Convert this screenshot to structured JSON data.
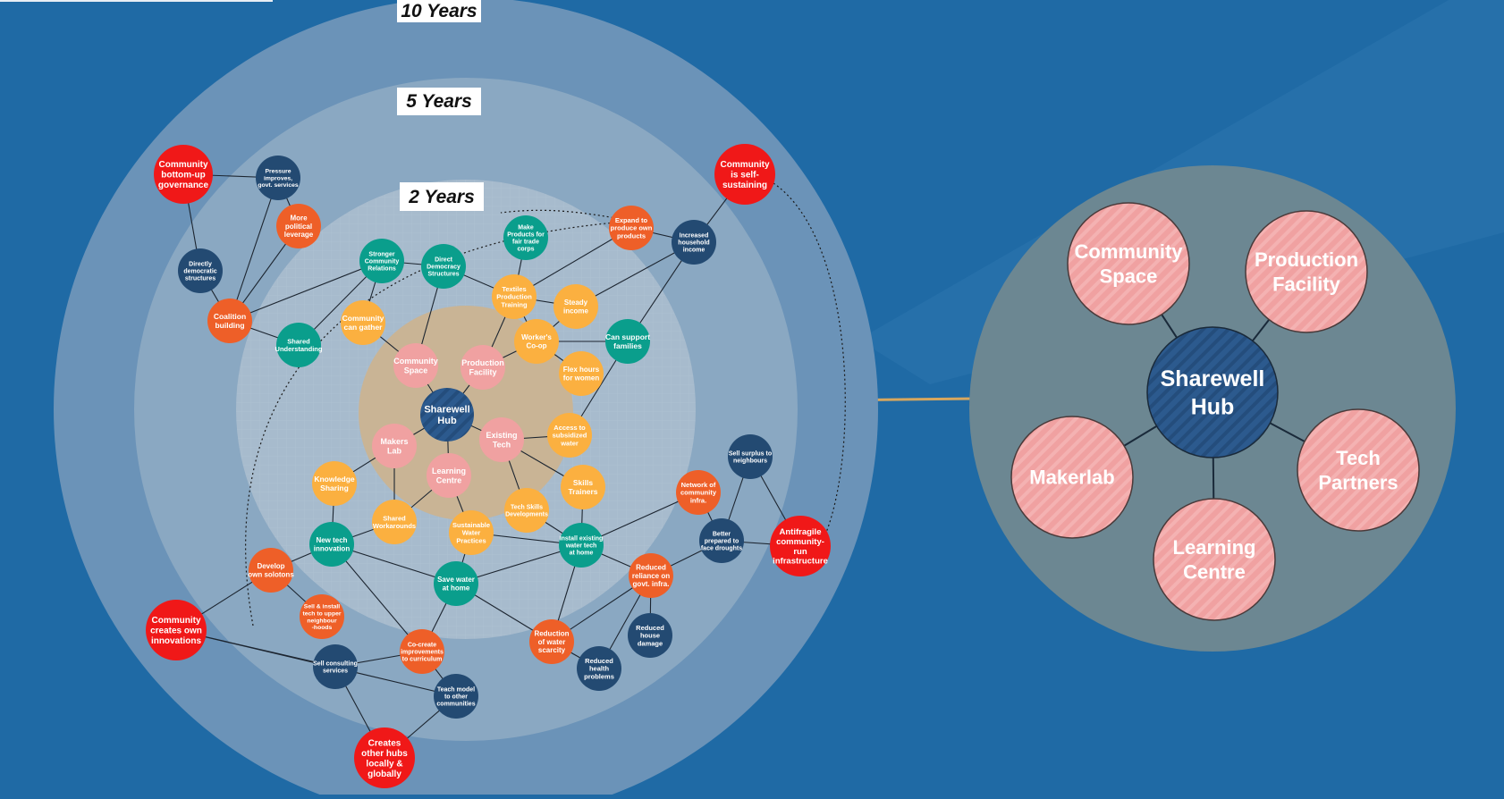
{
  "rings": [
    {
      "id": "r10",
      "label": "10 Years"
    },
    {
      "id": "r5",
      "label": "5 Years"
    },
    {
      "id": "r2",
      "label": "2 Years"
    }
  ],
  "colors": {
    "background": "#1f6aa5",
    "red": "#f01818",
    "orange": "#ee5f28",
    "yellow": "#fbb040",
    "teal": "#0a9e8c",
    "navy": "#234a72",
    "pink": "#f0a1a1",
    "core": "#c9b495",
    "detail_circle": "#6c8792"
  },
  "nodes": [
    {
      "id": "n1",
      "label": "Community bottom-up governance",
      "color": "red"
    },
    {
      "id": "n2",
      "label": "Pressure improves, govt. services",
      "color": "navy"
    },
    {
      "id": "n3",
      "label": "More political leverage",
      "color": "orange"
    },
    {
      "id": "n4",
      "label": "Directly democratic structures",
      "color": "navy"
    },
    {
      "id": "n5",
      "label": "Coalition building",
      "color": "orange"
    },
    {
      "id": "n6",
      "label": "Shared Understanding",
      "color": "teal"
    },
    {
      "id": "n7",
      "label": "Stronger Community Relations",
      "color": "teal"
    },
    {
      "id": "n8",
      "label": "Direct Democracy Structures",
      "color": "teal"
    },
    {
      "id": "n9",
      "label": "Make Products for fair trade corps",
      "color": "teal"
    },
    {
      "id": "n10",
      "label": "Expand to produce own products",
      "color": "orange"
    },
    {
      "id": "n11",
      "label": "Increased household income",
      "color": "navy"
    },
    {
      "id": "n12",
      "label": "Community is self-sustaining",
      "color": "red"
    },
    {
      "id": "n13",
      "label": "Community can gather",
      "color": "yellow"
    },
    {
      "id": "n14",
      "label": "Textiles Production Training",
      "color": "yellow"
    },
    {
      "id": "n15",
      "label": "Steady income",
      "color": "yellow"
    },
    {
      "id": "n16",
      "label": "Worker's Co-op",
      "color": "yellow"
    },
    {
      "id": "n17",
      "label": "Can support families",
      "color": "teal"
    },
    {
      "id": "n18",
      "label": "Flex hours for women",
      "color": "yellow"
    },
    {
      "id": "n19",
      "label": "Community Space",
      "color": "pink"
    },
    {
      "id": "n20",
      "label": "Production Facility",
      "color": "pink"
    },
    {
      "id": "n21",
      "label": "Sharewell Hub",
      "color": "navy"
    },
    {
      "id": "n22",
      "label": "Makers Lab",
      "color": "pink"
    },
    {
      "id": "n23",
      "label": "Existing Tech",
      "color": "pink"
    },
    {
      "id": "n24",
      "label": "Learning Centre",
      "color": "pink"
    },
    {
      "id": "n25",
      "label": "Access to subsidized water",
      "color": "yellow"
    },
    {
      "id": "n26",
      "label": "Knowledge Sharing",
      "color": "yellow"
    },
    {
      "id": "n27",
      "label": "Shared Workarounds",
      "color": "yellow"
    },
    {
      "id": "n28",
      "label": "Sustainable Water Practices",
      "color": "yellow"
    },
    {
      "id": "n29",
      "label": "Tech Skills Developments",
      "color": "yellow"
    },
    {
      "id": "n30",
      "label": "Skills Trainers",
      "color": "yellow"
    },
    {
      "id": "n31",
      "label": "Sell surplus to neighbours",
      "color": "navy"
    },
    {
      "id": "n32",
      "label": "Network of community infra.",
      "color": "orange"
    },
    {
      "id": "n33",
      "label": "Better prepared to face droughts",
      "color": "navy"
    },
    {
      "id": "n34",
      "label": "Antifragile community-run infrastructure",
      "color": "red"
    },
    {
      "id": "n35",
      "label": "New tech innovation",
      "color": "teal"
    },
    {
      "id": "n36",
      "label": "Install existing water tech at home",
      "color": "teal"
    },
    {
      "id": "n37",
      "label": "Save water at home",
      "color": "teal"
    },
    {
      "id": "n38",
      "label": "Reduced reliance on govt. infra.",
      "color": "orange"
    },
    {
      "id": "n39",
      "label": "Develop own solutons",
      "color": "orange"
    },
    {
      "id": "n40",
      "label": "Sell & install tech to upper neighbour -hoods",
      "color": "orange"
    },
    {
      "id": "n41",
      "label": "Community creates own innovations",
      "color": "red"
    },
    {
      "id": "n42",
      "label": "Co-create improvements to curriculum",
      "color": "orange"
    },
    {
      "id": "n43",
      "label": "Reduction of water scarcity",
      "color": "orange"
    },
    {
      "id": "n44",
      "label": "Reduced house damage",
      "color": "navy"
    },
    {
      "id": "n45",
      "label": "Reduced health problems",
      "color": "navy"
    },
    {
      "id": "n46",
      "label": "Sell consulting services",
      "color": "navy"
    },
    {
      "id": "n47",
      "label": "Teach model to other communities",
      "color": "navy"
    },
    {
      "id": "n48",
      "label": "Creates other hubs locally & globally",
      "color": "red"
    }
  ],
  "edges": [
    [
      "n1",
      "n2"
    ],
    [
      "n2",
      "n3"
    ],
    [
      "n1",
      "n4"
    ],
    [
      "n3",
      "n5"
    ],
    [
      "n4",
      "n5"
    ],
    [
      "n5",
      "n6"
    ],
    [
      "n5",
      "n7"
    ],
    [
      "n5",
      "n2"
    ],
    [
      "n6",
      "n7"
    ],
    [
      "n7",
      "n8"
    ],
    [
      "n7",
      "n13"
    ],
    [
      "n8",
      "n14"
    ],
    [
      "n8",
      "n19"
    ],
    [
      "n13",
      "n19"
    ],
    [
      "n9",
      "n14"
    ],
    [
      "n10",
      "n14"
    ],
    [
      "n10",
      "n11"
    ],
    [
      "n11",
      "n12"
    ],
    [
      "n11",
      "n15"
    ],
    [
      "n11",
      "n17"
    ],
    [
      "n14",
      "n15"
    ],
    [
      "n14",
      "n20"
    ],
    [
      "n14",
      "n16"
    ],
    [
      "n15",
      "n16"
    ],
    [
      "n16",
      "n18"
    ],
    [
      "n16",
      "n17"
    ],
    [
      "n16",
      "n20"
    ],
    [
      "n17",
      "n25"
    ],
    [
      "n19",
      "n21"
    ],
    [
      "n20",
      "n21"
    ],
    [
      "n21",
      "n22"
    ],
    [
      "n21",
      "n23"
    ],
    [
      "n21",
      "n24"
    ],
    [
      "n22",
      "n26"
    ],
    [
      "n22",
      "n27"
    ],
    [
      "n23",
      "n25"
    ],
    [
      "n23",
      "n30"
    ],
    [
      "n23",
      "n29"
    ],
    [
      "n24",
      "n28"
    ],
    [
      "n24",
      "n27"
    ],
    [
      "n26",
      "n35"
    ],
    [
      "n27",
      "n35"
    ],
    [
      "n28",
      "n37"
    ],
    [
      "n28",
      "n36"
    ],
    [
      "n29",
      "n36"
    ],
    [
      "n30",
      "n36"
    ],
    [
      "n35",
      "n37"
    ],
    [
      "n35",
      "n39"
    ],
    [
      "n35",
      "n42"
    ],
    [
      "n36",
      "n37"
    ],
    [
      "n36",
      "n38"
    ],
    [
      "n36",
      "n32"
    ],
    [
      "n36",
      "n43"
    ],
    [
      "n31",
      "n33"
    ],
    [
      "n31",
      "n34"
    ],
    [
      "n32",
      "n33"
    ],
    [
      "n33",
      "n38"
    ],
    [
      "n33",
      "n34"
    ],
    [
      "n38",
      "n43"
    ],
    [
      "n38",
      "n44"
    ],
    [
      "n38",
      "n45"
    ],
    [
      "n43",
      "n45"
    ],
    [
      "n37",
      "n42"
    ],
    [
      "n37",
      "n43"
    ],
    [
      "n39",
      "n41"
    ],
    [
      "n39",
      "n40"
    ],
    [
      "n41",
      "n46"
    ],
    [
      "n41",
      "n47"
    ],
    [
      "n46",
      "n42"
    ],
    [
      "n46",
      "n48"
    ],
    [
      "n47",
      "n48"
    ],
    [
      "n47",
      "n42"
    ]
  ],
  "detail": {
    "center": "Sharewell Hub",
    "items": [
      "Community Space",
      "Production Facility",
      "Makerlab",
      "Tech Partners",
      "Learning Centre"
    ]
  }
}
